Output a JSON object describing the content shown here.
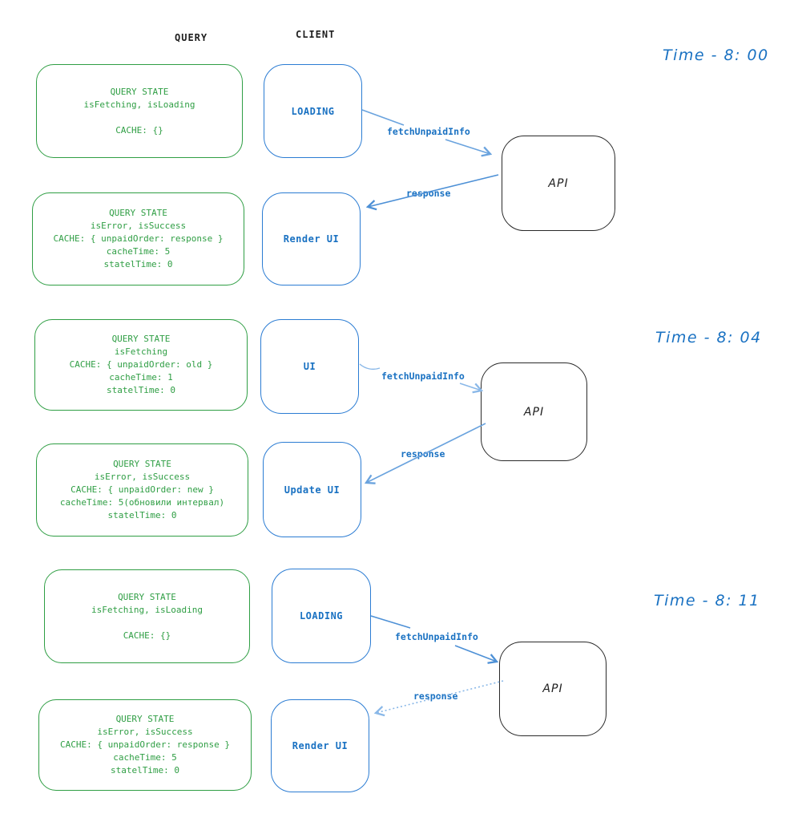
{
  "colors": {
    "green": "#2f9e44",
    "blue": "#1971c2",
    "blue_border": "#2b7cd3",
    "arrow_medium": "#4d90d6",
    "arrow_mediumlight": "#6aa3de",
    "arrow_light": "#8ab8e8",
    "ink": "#1e1e1e"
  },
  "header": {
    "query": "QUERY",
    "client": "CLIENT"
  },
  "sections": [
    {
      "time": "Time - 8: 00",
      "fetch_label": "fetchUnpaidInfo",
      "response_label": "response",
      "api_label": "API",
      "query_boxes": [
        {
          "lines": [
            "QUERY STATE",
            "isFetching, isLoading",
            "",
            "CACHE: {}"
          ]
        },
        {
          "lines": [
            "QUERY STATE",
            "isError, isSuccess",
            "CACHE: { unpaidOrder: response }",
            "cacheTime: 5",
            "statelTime: 0"
          ]
        }
      ],
      "client_boxes": [
        "LOADING",
        "Render UI"
      ]
    },
    {
      "time": "Time - 8: 04",
      "fetch_label": "fetchUnpaidInfo",
      "response_label": "response",
      "api_label": "API",
      "query_boxes": [
        {
          "lines": [
            "QUERY STATE",
            "isFetching",
            "CACHE: { unpaidOrder: old }",
            "cacheTime: 1",
            "statelTime: 0"
          ]
        },
        {
          "lines": [
            "QUERY STATE",
            "isError, isSuccess",
            "CACHE: { unpaidOrder: new }",
            "cacheTime: 5(обновили интервал)",
            "statelTime: 0"
          ]
        }
      ],
      "client_boxes": [
        "UI",
        "Update UI"
      ]
    },
    {
      "time": "Time - 8: 11",
      "fetch_label": "fetchUnpaidInfo",
      "response_label": "response",
      "api_label": "API",
      "query_boxes": [
        {
          "lines": [
            "QUERY STATE",
            "isFetching, isLoading",
            "",
            "CACHE: {}"
          ]
        },
        {
          "lines": [
            "QUERY STATE",
            "isError, isSuccess",
            "CACHE: { unpaidOrder: response }",
            "cacheTime: 5",
            "statelTime: 0"
          ]
        }
      ],
      "client_boxes": [
        "LOADING",
        "Render UI"
      ]
    }
  ]
}
